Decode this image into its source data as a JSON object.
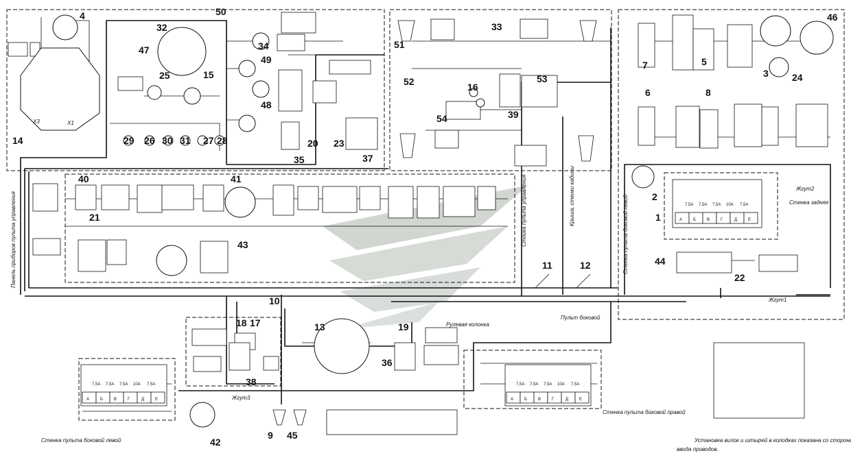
{
  "labels": {
    "panel_left": "Панель приборов пульта управления",
    "rack": "Стойка пульта управления",
    "roof": "Крыша, стенки кабины",
    "side_panel_left": "Стенка пульта боковой левой",
    "back_wall": "Стенка задняя",
    "harness1": "Жгут1",
    "harness2": "Жгут2",
    "harness3": "Жгут3",
    "side_console": "Пульт боковой",
    "steering_column": "Рулевая колонка",
    "side_wall_left": "Стенка пульта боковой левой",
    "side_wall_right": "Стенка пульта боковой правой",
    "x3": "X3",
    "x1": "X1"
  },
  "note": {
    "line1": "Установка вилок и штырей в колодках показана со стороны",
    "line2": "ввода проводов."
  },
  "callouts": [
    "1",
    "2",
    "3",
    "4",
    "5",
    "6",
    "7",
    "8",
    "9",
    "10",
    "11",
    "12",
    "13",
    "14",
    "15",
    "16",
    "17",
    "18",
    "19",
    "20",
    "21",
    "22",
    "23",
    "24",
    "25",
    "26",
    "27",
    "28",
    "29",
    "30",
    "31",
    "32",
    "33",
    "34",
    "35",
    "36",
    "37",
    "38",
    "39",
    "40",
    "41",
    "42",
    "43",
    "44",
    "45",
    "46",
    "47",
    "48",
    "49",
    "50",
    "51",
    "52",
    "53",
    "54"
  ],
  "fuse_ratings": [
    "7,5A",
    "7,5A",
    "7,5A",
    "10A",
    "7,5A"
  ],
  "fuse_letters": [
    "А",
    "Б",
    "В",
    "Г",
    "Д",
    "Е"
  ],
  "colors": {
    "line": "#111111",
    "watermark": "#c8cec8"
  }
}
